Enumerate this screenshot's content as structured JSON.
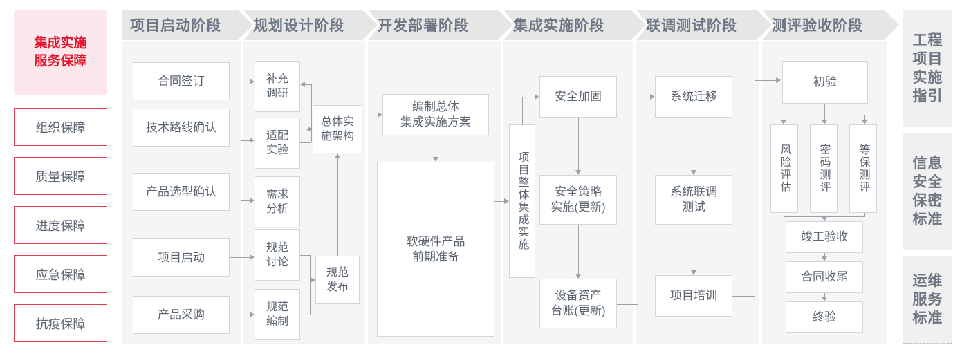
{
  "left_sidebar": {
    "header": {
      "line1": "集成实施",
      "line2": "服务保障"
    },
    "items": [
      {
        "label": "组织保障"
      },
      {
        "label": "质量保障"
      },
      {
        "label": "进度保障"
      },
      {
        "label": "应急保障"
      },
      {
        "label": "抗疫保障"
      }
    ]
  },
  "phases": [
    {
      "title": "项目启动阶段"
    },
    {
      "title": "规划设计阶段"
    },
    {
      "title": "开发部署阶段"
    },
    {
      "title": "集成实施阶段"
    },
    {
      "title": "联调测试阶段"
    },
    {
      "title": "测评验收阶段"
    }
  ],
  "nodes": {
    "p1": [
      {
        "label": "合同签订"
      },
      {
        "label": "技术路线确认"
      },
      {
        "label": "产品选型确认"
      },
      {
        "label": "项目启动"
      },
      {
        "label": "产品采购"
      }
    ],
    "p2": [
      {
        "label": "补充\n调研"
      },
      {
        "label": "适配\n实验"
      },
      {
        "label": "需求\n分析"
      },
      {
        "label": "规范\n讨论"
      },
      {
        "label": "规范\n编制"
      },
      {
        "label": "总体实\n施架构"
      },
      {
        "label": "规范\n发布"
      }
    ],
    "p3": [
      {
        "label": "编制总体\n集成实施方案"
      },
      {
        "label": "软硬件产品\n前期准备"
      }
    ],
    "p4": [
      {
        "label": "项目整体集成实施"
      },
      {
        "label": "安全加固"
      },
      {
        "label": "安全策略\n实施(更新)"
      },
      {
        "label": "设备资产\n台账(更新)"
      }
    ],
    "p5": [
      {
        "label": "系统迁移"
      },
      {
        "label": "系统联调\n测试"
      },
      {
        "label": "项目培训"
      }
    ],
    "p6": [
      {
        "label": "初验"
      },
      {
        "label": "风险评估"
      },
      {
        "label": "密码测评"
      },
      {
        "label": "等保测评"
      },
      {
        "label": "竣工验收"
      },
      {
        "label": "合同收尾"
      },
      {
        "label": "终验"
      }
    ]
  },
  "right_sidebar": {
    "items": [
      {
        "name": "工程项目实施指引",
        "cells": [
          "工",
          "程",
          "项",
          "目",
          "实",
          "施",
          "指",
          "引"
        ]
      },
      {
        "name": "信息安全保密标准",
        "cells": [
          "信",
          "息",
          "安",
          "全",
          "保",
          "密",
          "标",
          "准"
        ]
      },
      {
        "name": "运维服务标准",
        "cells": [
          "运",
          "维",
          "服",
          "务",
          "标",
          "准"
        ]
      }
    ]
  },
  "colors": {
    "accent_red": "#e2142c",
    "accent_red_border": "#d93b52",
    "header_gray": "#e6e6e6",
    "body_gray": "#f5f5f5",
    "node_border": "#d2d6da",
    "text_gray": "#5b6470",
    "line_gray": "#9aa1a9"
  }
}
